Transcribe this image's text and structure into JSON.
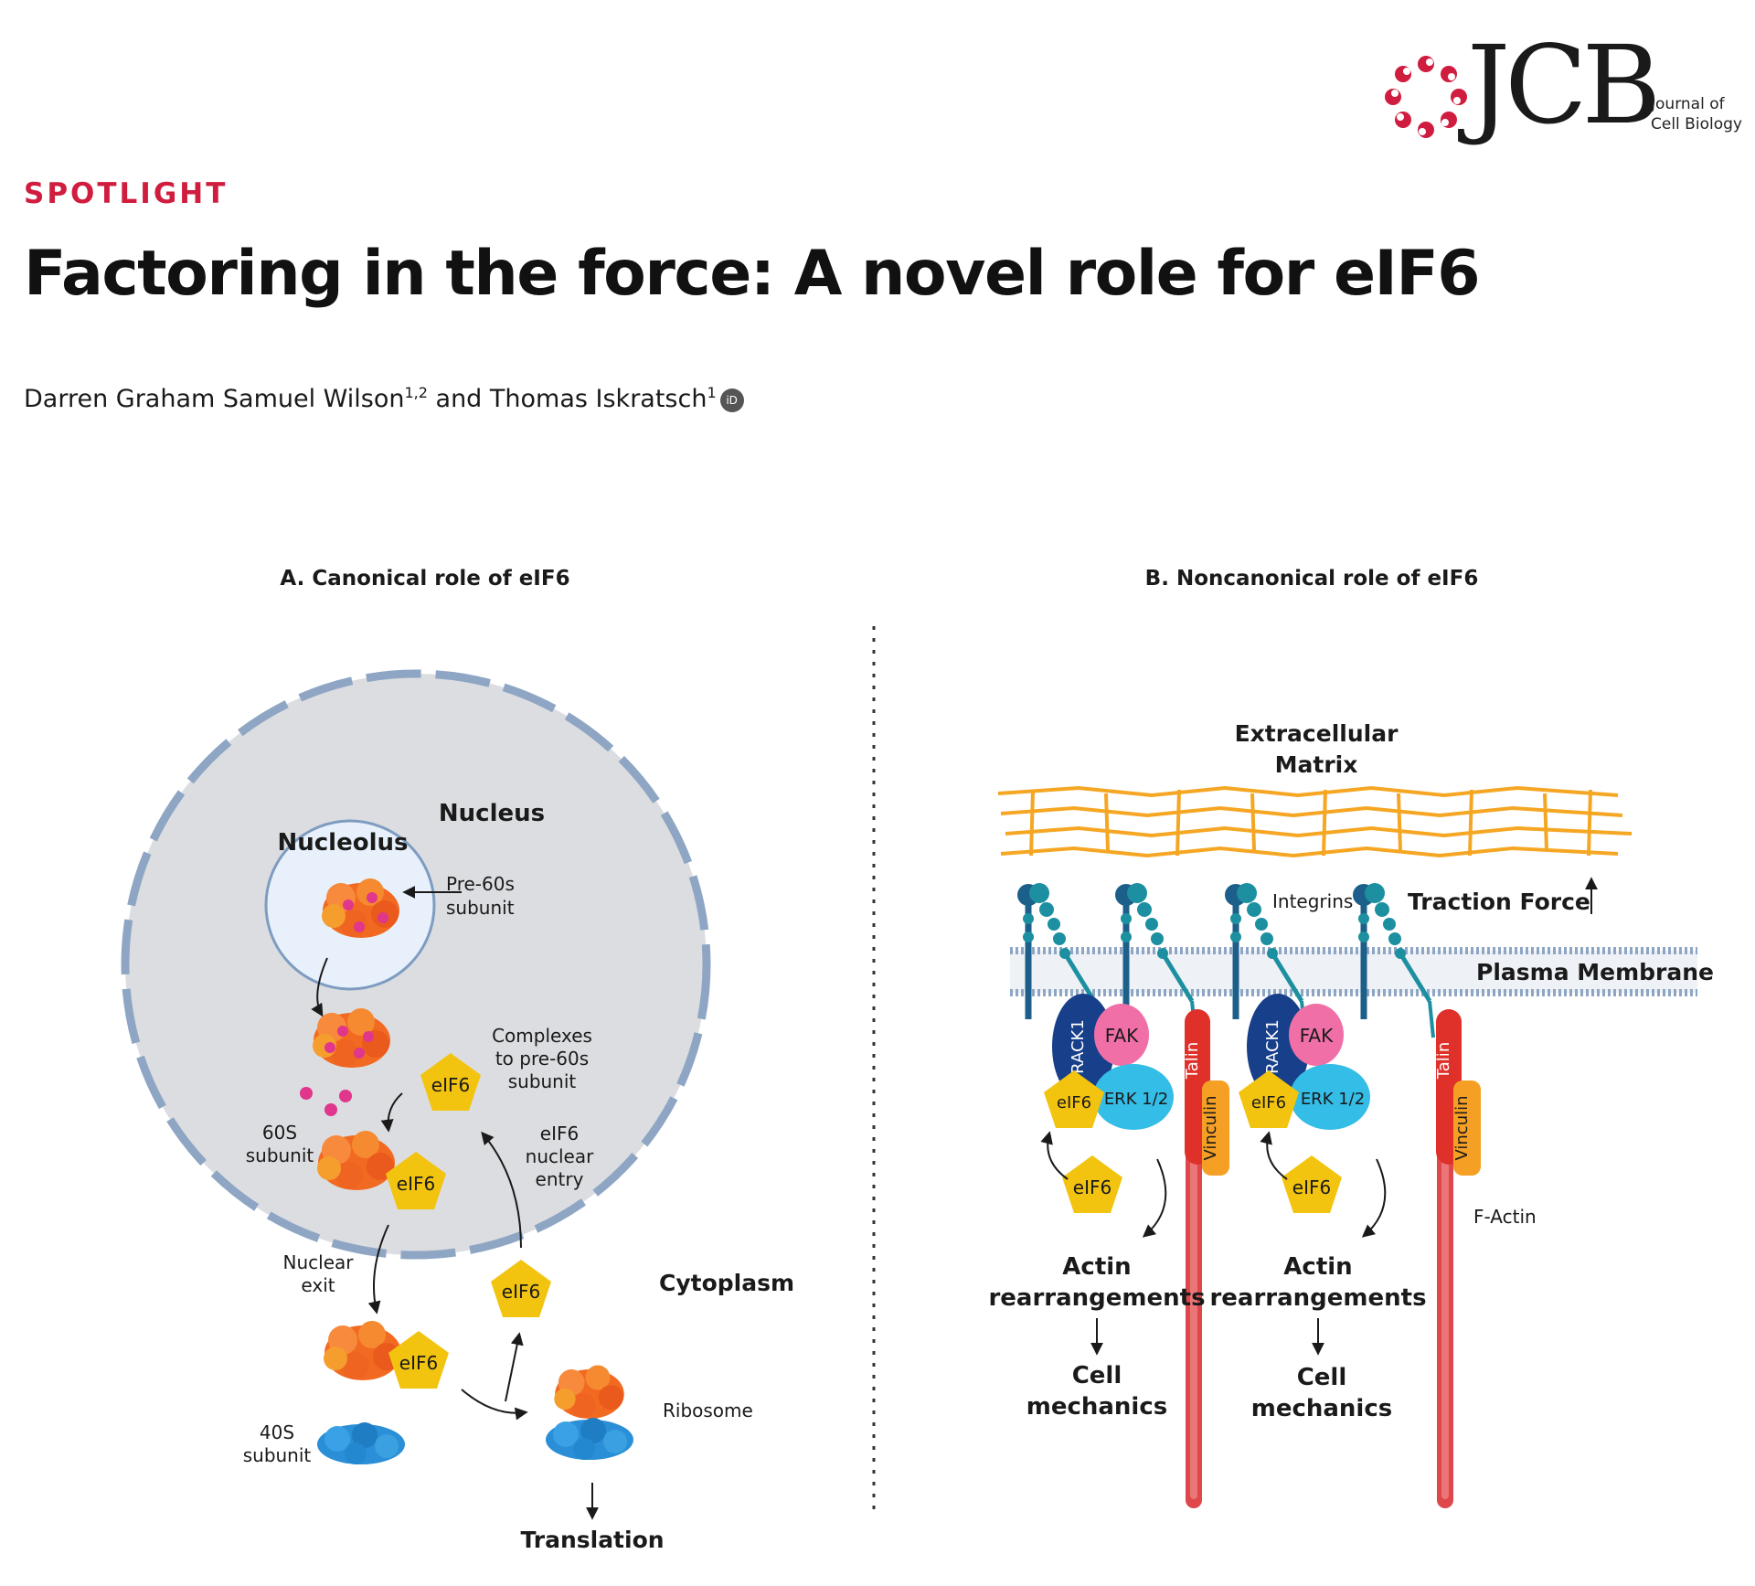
{
  "journal": {
    "logo_text": "JCB",
    "logo_subtitle_line1": "Journal of",
    "logo_subtitle_line2": "Cell Biology",
    "brand_color": "#d01d3f"
  },
  "article": {
    "section": "SPOTLIGHT",
    "title": "Factoring in the force: A novel role for eIF6",
    "author1": "Darren Graham Samuel Wilson",
    "author1_affil": "1,2",
    "conjunction": " and ",
    "author2": "Thomas Iskratsch",
    "author2_affil": "1",
    "orcid_icon": "iD"
  },
  "figure": {
    "panel_a": {
      "title": "A. Canonical role of eIF6",
      "nucleus": "Nucleus",
      "nucleolus": "Nucleolus",
      "pre60s_1": "Pre-60s",
      "pre60s_2": "subunit",
      "complexes_1": "Complexes",
      "complexes_2": "to pre-60s",
      "complexes_3": "subunit",
      "s60_1": "60S",
      "s60_2": "subunit",
      "entry_1": "eIF6",
      "entry_2": "nuclear",
      "entry_3": "entry",
      "exit_1": "Nuclear",
      "exit_2": "exit",
      "cytoplasm": "Cytoplasm",
      "s40_1": "40S",
      "s40_2": "subunit",
      "ribosome": "Ribosome",
      "translation": "Translation",
      "eif6": "eIF6"
    },
    "panel_b": {
      "title": "B. Noncanonical role of eIF6",
      "ecm_1": "Extracellular",
      "ecm_2": "Matrix",
      "integrins": "Integrins",
      "traction": "Traction Force",
      "membrane": "Plasma Membrane",
      "rack1": "RACK1",
      "fak": "FAK",
      "erk": "ERK 1/2",
      "eif6": "eIF6",
      "talin": "Talin",
      "vinculin": "Vinculin",
      "factin": "F-Actin",
      "actin_1": "Actin",
      "actin_2": "rearrangements",
      "cell_1": "Cell",
      "cell_2": "mechanics"
    },
    "colors": {
      "nucleus_fill": "#dcdde0",
      "nucleus_border": "#8ea6c4",
      "eif6_yellow": "#f2c40f",
      "ribosome_orange": "#f26a22",
      "ribosome_blue": "#2a8fd6",
      "ecm_orange": "#f5a623",
      "integrin_teal": "#1c8fa0",
      "rack1_blue": "#173f8a",
      "fak_pink": "#f06fa6",
      "erk_cyan": "#34bde6",
      "talin_red": "#e0302a",
      "vinculin_orange": "#f5a024",
      "actin_red": "#e0474a"
    }
  }
}
